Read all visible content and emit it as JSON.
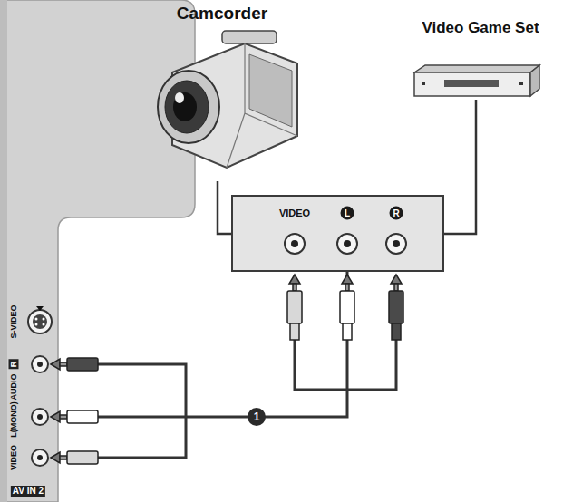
{
  "diagram": {
    "nodes": [
      {
        "text": [
          "Camcorder"
        ]
      },
      {
        "text": [
          "Video Game Set"
        ]
      },
      {
        "text": [
          "VIDEO",
          "L",
          "R"
        ]
      },
      {
        "text": [
          "S-VIDEO",
          "R",
          "AUDIO",
          "L(MONO)",
          "VIDEO",
          "AV IN 2"
        ]
      }
    ],
    "edges": [
      {
        "from": 0,
        "to": 2,
        "arrow": "none"
      },
      {
        "from": 1,
        "to": 2,
        "arrow": "none"
      },
      {
        "from": 2,
        "to": 3,
        "arrow": "none",
        "label": "1"
      }
    ]
  }
}
